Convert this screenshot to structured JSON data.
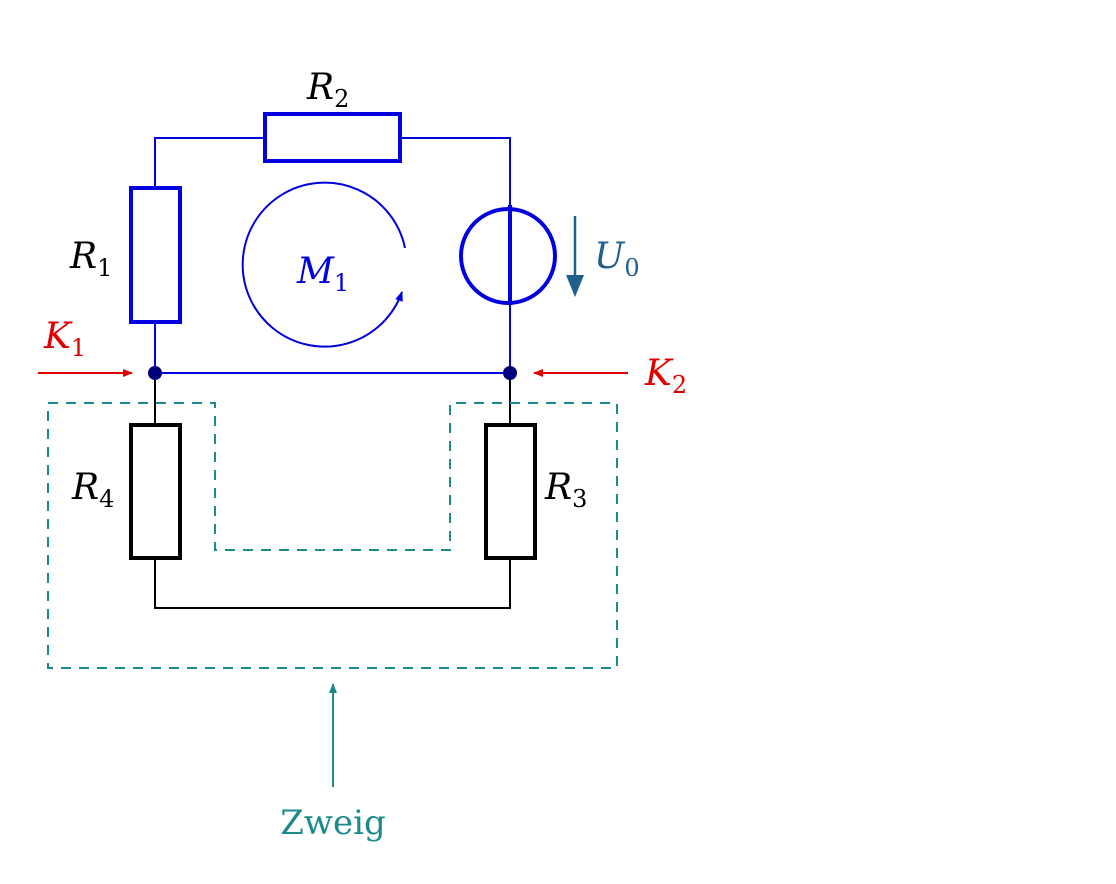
{
  "colors": {
    "primary_mesh": "#0000e0",
    "branch_black": "#000000",
    "node_red": "#e00000",
    "source_arrow": "#1f5f8b",
    "branch_teal": "#1a8a8a"
  },
  "labels": {
    "r1": {
      "main": "R",
      "sub": "1"
    },
    "r2": {
      "main": "R",
      "sub": "2"
    },
    "r3": {
      "main": "R",
      "sub": "3"
    },
    "r4": {
      "main": "R",
      "sub": "4"
    },
    "m1": {
      "main": "M",
      "sub": "1"
    },
    "u0": {
      "main": "U",
      "sub": "0"
    },
    "k1": {
      "main": "K",
      "sub": "1"
    },
    "k2": {
      "main": "K",
      "sub": "2"
    },
    "branch": "Zweig"
  }
}
